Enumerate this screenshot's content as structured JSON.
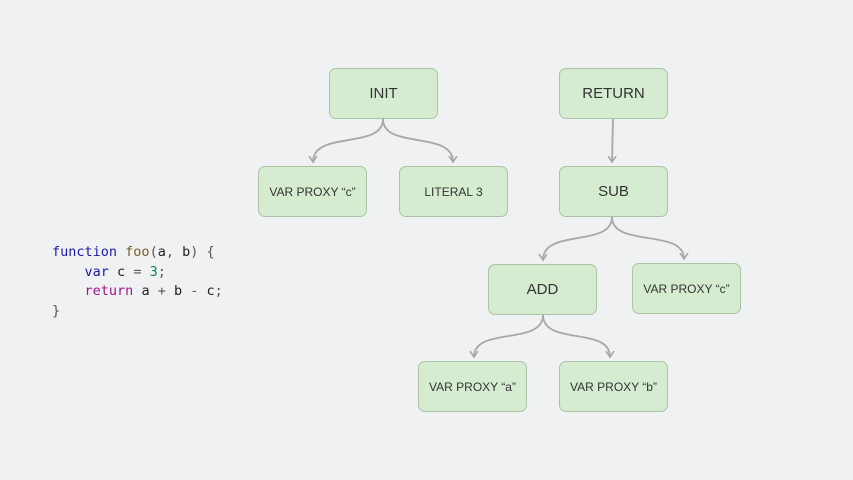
{
  "code": {
    "lines": [
      [
        {
          "t": "function",
          "c": "kw-blue"
        },
        {
          "t": " ",
          "c": ""
        },
        {
          "t": "foo",
          "c": "fn-name"
        },
        {
          "t": "(",
          "c": "punct"
        },
        {
          "t": "a",
          "c": "ident"
        },
        {
          "t": ", ",
          "c": "punct"
        },
        {
          "t": "b",
          "c": "ident"
        },
        {
          "t": ") {",
          "c": "punct"
        }
      ],
      [
        {
          "t": "    ",
          "c": ""
        },
        {
          "t": "var",
          "c": "kw-blue"
        },
        {
          "t": " ",
          "c": ""
        },
        {
          "t": "c",
          "c": "ident"
        },
        {
          "t": " = ",
          "c": "punct"
        },
        {
          "t": "3",
          "c": "num"
        },
        {
          "t": ";",
          "c": "punct"
        }
      ],
      [
        {
          "t": "    ",
          "c": ""
        },
        {
          "t": "return",
          "c": "kw-purple"
        },
        {
          "t": " ",
          "c": ""
        },
        {
          "t": "a",
          "c": "ident"
        },
        {
          "t": " + ",
          "c": "punct"
        },
        {
          "t": "b",
          "c": "ident"
        },
        {
          "t": " - ",
          "c": "punct"
        },
        {
          "t": "c",
          "c": "ident"
        },
        {
          "t": ";",
          "c": "punct"
        }
      ],
      [
        {
          "t": "}",
          "c": "punct"
        }
      ]
    ]
  },
  "tree": {
    "init": {
      "label": "INIT"
    },
    "var_proxy_c_left": {
      "label": "VAR PROXY “c”"
    },
    "literal_3": {
      "label": "LITERAL 3"
    },
    "return": {
      "label": "RETURN"
    },
    "sub": {
      "label": "SUB"
    },
    "add": {
      "label": "ADD"
    },
    "var_proxy_c_right": {
      "label": "VAR PROXY “c”"
    },
    "var_proxy_a": {
      "label": "VAR PROXY “a”"
    },
    "var_proxy_b": {
      "label": "VAR PROXY “b”"
    }
  },
  "colors": {
    "node_fill": "#d5ecd0",
    "node_border": "#a9c3a4",
    "edge": "#a8a8a8",
    "background": "#f0f1f3"
  }
}
